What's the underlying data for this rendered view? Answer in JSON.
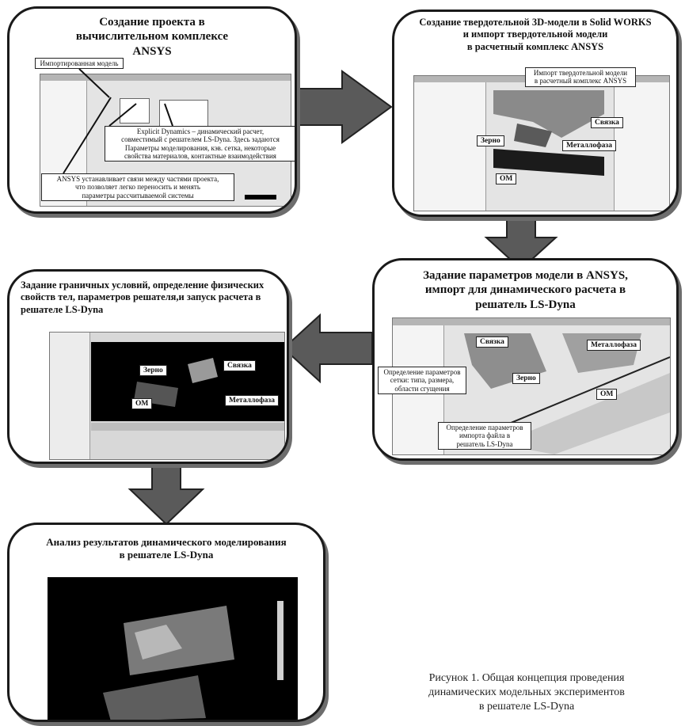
{
  "steps": [
    {
      "title": "Создание проекта в\nвычислительном комплексе\nANSYS",
      "callouts": [
        "Импортированная модель",
        "Explicit Dynamics – динамический расчет,\nсовместимый с решателем LS-Dyna. Здесь задаются\nПараметры моделирования, кэв. сетка, некоторые\nсвойства материалов, контактные взаимодействия",
        "ANSYS устанавливает связи между частями проекта,\nчто позволяет легко переносить и менять\nпараметры рассчитываемой системы"
      ]
    },
    {
      "title": "Создание твердотельной 3D-модели  в Solid WORKS\nи импорт  твердотельной модели\nв расчетный комплекс ANSYS",
      "callouts": [
        "Импорт твердотельной модели\nв расчетный комплекс ANSYS"
      ],
      "labels": [
        "Связка",
        "Зерно",
        "Металлофаза",
        "ОМ"
      ]
    },
    {
      "title": "Задание параметров модели в ANSYS,\nимпорт для динамического расчета в\nрешатель LS-Dyna",
      "callouts": [
        "Определение параметров\nсетки: типа, размера,\nобласти сгущения",
        "Определение параметров\nимпорта файла в\nрешатель LS-Dyna"
      ],
      "labels": [
        "Связка",
        "Металлофаза",
        "Зерно",
        "ОМ"
      ]
    },
    {
      "title": "Задание граничных условий, определение физических\nсвойств тел, параметров решателя,и запуск расчета в\nрешателе LS-Dyna",
      "labels": [
        "Зерно",
        "Связка",
        "ОМ",
        "Металлофаза"
      ]
    },
    {
      "title": "Анализ результатов динамического моделирования\nв решателе LS-Dyna"
    }
  ],
  "caption": "Рисунок 1. Общая концепция проведения\nдинамических модельных экспериментов\nв решателе LS-Dyna",
  "colors": {
    "arrow": "#5a5a5a",
    "border": "#1a1a1a",
    "shadow": "#6d6d6d"
  }
}
